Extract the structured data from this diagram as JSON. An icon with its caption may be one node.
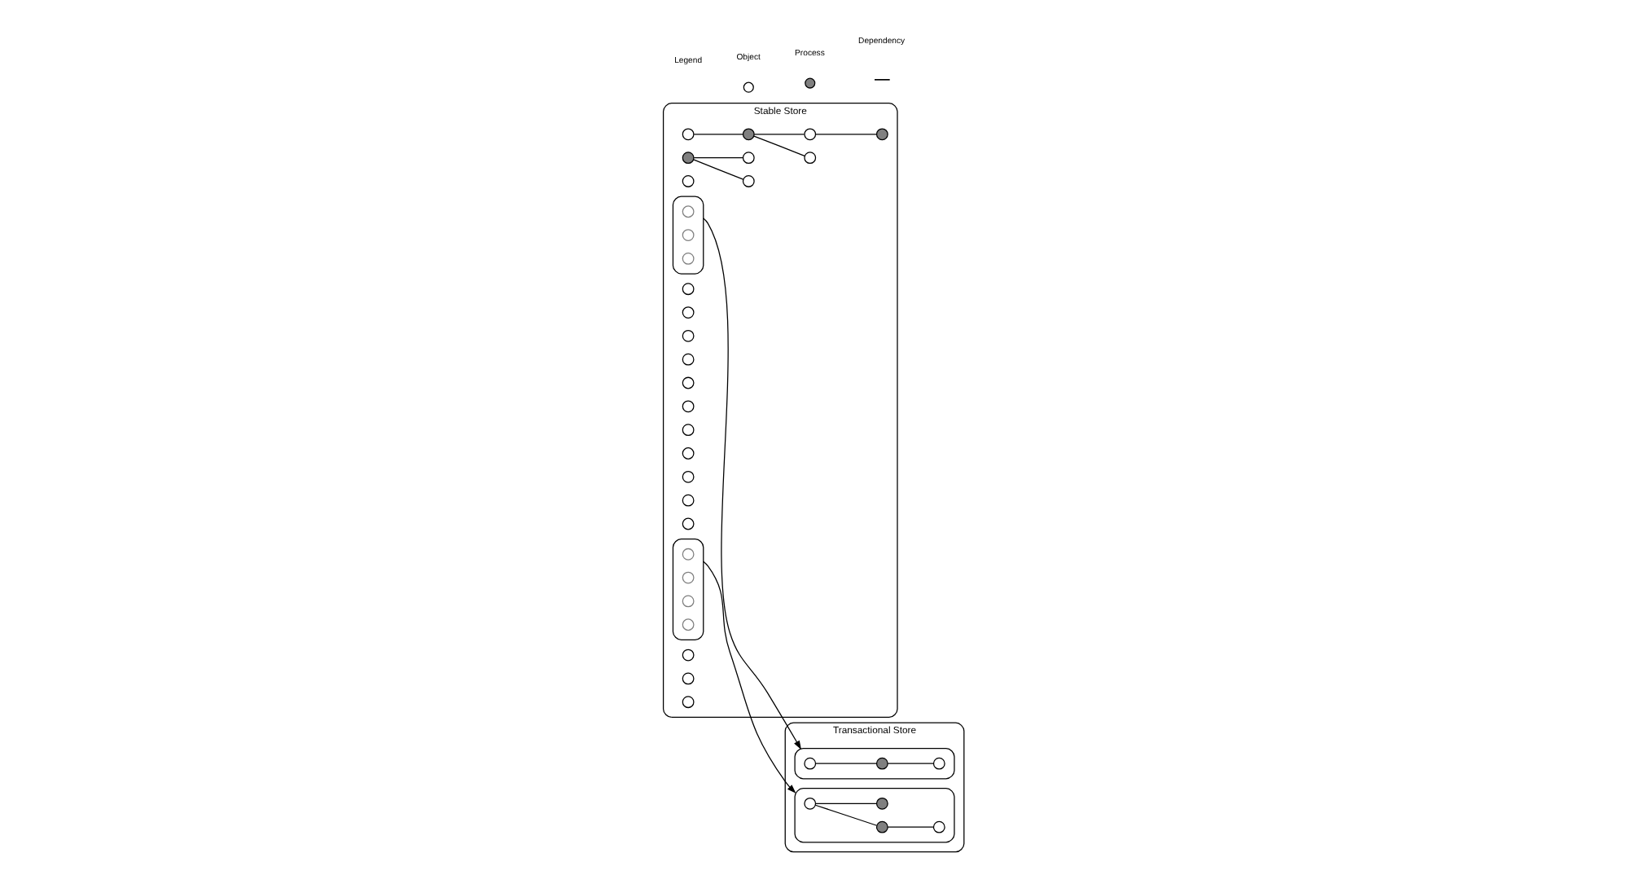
{
  "diagram": {
    "nodes": [
      {
        "text": [
          "Stable Store"
        ]
      },
      {
        "text": [],
        "shape": "blob",
        "in": 0
      },
      {
        "text": [],
        "shape": "ellipse",
        "in": 0
      },
      {
        "text": [
          "Transactional Store"
        ]
      },
      {
        "text": [],
        "shape": "blob",
        "in": 3
      },
      {
        "text": [],
        "shape": "ellipse",
        "in": 3
      },
      {
        "text": [],
        "shape": "circle",
        "in": 0
      },
      {
        "text": [],
        "shape": "circle",
        "in": 0
      },
      {
        "text": [],
        "shape": "circle",
        "in": 0
      },
      {
        "text": [],
        "shape": "circle",
        "in": 0
      },
      {
        "text": [],
        "shape": "circle",
        "in": 0
      },
      {
        "text": [],
        "shape": "circle",
        "in": 0
      },
      {
        "text": [],
        "shape": "circle",
        "in": 0
      },
      {
        "text": [],
        "shape": "circle",
        "in": 0
      },
      {
        "text": [],
        "shape": "circle",
        "in": 0
      },
      {
        "text": [],
        "shape": "circle",
        "in": 0
      },
      {
        "text": [],
        "shape": "circle",
        "in": 0
      },
      {
        "text": [],
        "shape": "circle",
        "in": 0
      },
      {
        "text": [],
        "shape": "circle",
        "in": 0
      },
      {
        "text": [],
        "shape": "circle",
        "in": 0
      },
      {
        "text": [],
        "shape": "circle",
        "in": 0
      },
      {
        "text": [],
        "shape": "circle",
        "in": 0
      },
      {
        "text": [],
        "shape": "circle",
        "in": 0
      },
      {
        "text": [],
        "shape": "circle",
        "in": 0
      },
      {
        "text": [],
        "shape": "circle",
        "in": 0
      },
      {
        "text": [],
        "shape": "circle",
        "in": 0
      },
      {
        "text": [],
        "shape": "circle",
        "in": 0
      },
      {
        "text": [],
        "shape": "circle",
        "in": 0
      },
      {
        "text": [],
        "shape": "circle",
        "in": 0
      },
      {
        "text": [],
        "shape": "circle",
        "in": 1
      },
      {
        "text": [],
        "shape": "circle",
        "in": 1
      },
      {
        "text": [],
        "shape": "circle",
        "in": 1
      },
      {
        "text": [],
        "shape": "circle",
        "in": 2
      },
      {
        "text": [],
        "shape": "circle",
        "in": 2
      },
      {
        "text": [],
        "shape": "circle",
        "in": 2
      },
      {
        "text": [],
        "shape": "circle",
        "in": 2
      },
      {
        "text": [],
        "shape": "circle",
        "in": 4
      },
      {
        "text": [],
        "shape": "circle",
        "in": 4
      },
      {
        "text": [],
        "shape": "circle",
        "in": 4
      },
      {
        "text": [],
        "shape": "circle",
        "in": 5
      },
      {
        "text": [],
        "shape": "circle",
        "in": 5
      },
      {
        "text": [],
        "shape": "circle",
        "in": 5
      },
      {
        "text": [],
        "shape": "circle",
        "in": 5
      }
    ],
    "edges": [
      {
        "from": 7,
        "to": 11,
        "arrow": "none"
      },
      {
        "from": 11,
        "to": 13,
        "arrow": "none"
      },
      {
        "from": 11,
        "to": 15,
        "arrow": "none"
      },
      {
        "from": 15,
        "to": 8,
        "arrow": "none"
      },
      {
        "from": 23,
        "to": 26,
        "arrow": "none"
      },
      {
        "from": 23,
        "to": 24,
        "arrow": "none"
      },
      {
        "from": 1,
        "to": 4,
        "arrow": "to"
      },
      {
        "from": 2,
        "to": 5,
        "arrow": "to"
      },
      {
        "from": 36,
        "to": 37,
        "arrow": "none"
      },
      {
        "from": 37,
        "to": 38,
        "arrow": "none"
      },
      {
        "from": 39,
        "to": 40,
        "arrow": "none"
      },
      {
        "from": 39,
        "to": 41,
        "arrow": "none"
      },
      {
        "from": 40,
        "to": 42,
        "arrow": "none"
      }
    ],
    "labels": [
      "Legend"
    ],
    "legend": [
      {
        "text": "Object"
      },
      {
        "text": "Process"
      },
      {
        "text": "Dependency"
      }
    ]
  }
}
